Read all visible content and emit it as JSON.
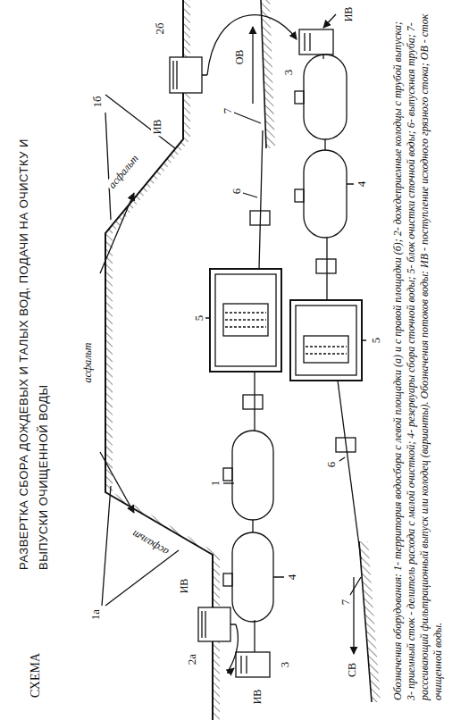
{
  "diagram": {
    "title": "РАЗВЕРТКА СБОРА ДОЖДЕВЫХ И ТАЛЫХ ВОД, ПОДАЧИ НА ОЧИСТКУ И ВЫПУСКИ ОЧИЩЕННОЙ ВОДЫ",
    "caption": "Обозначения оборудования: 1- территория водосбора с левой площадки (а) и с правой площадки (б); 2- дождеприемные колодцы с трубой выпуска; 3- приемный сток - делитель расхода с малой очисткой; 4- резервуары сбора сточной воды; 5- блок очистки сточной воды; 6- выпускная труба; 7- рассеивающий фильтрационный выпуск или колодец (варианты). Обозначения потоков воды: ИВ - поступление исходного грязного стока; ОВ - сток очищенной воды.",
    "labels": [
      "СХЕМА",
      "1а",
      "2а",
      "асфальт",
      "ИВ",
      "асфальт",
      "асфальт",
      "1б",
      "2б",
      "ИВ",
      "ОВ",
      "7",
      "6",
      "5",
      "1",
      "ИВ",
      "3",
      "4",
      "3",
      "ИВ",
      "4",
      "5",
      "6",
      "7",
      "СВ"
    ]
  }
}
